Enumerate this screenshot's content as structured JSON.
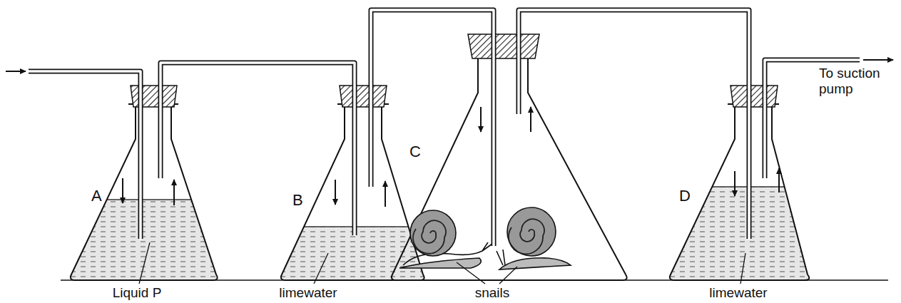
{
  "diagram": {
    "labels": [
      "To suction pump",
      "A",
      "B",
      "C",
      "D",
      "Liquid P",
      "limewater",
      "snails",
      "limewater"
    ]
  }
}
